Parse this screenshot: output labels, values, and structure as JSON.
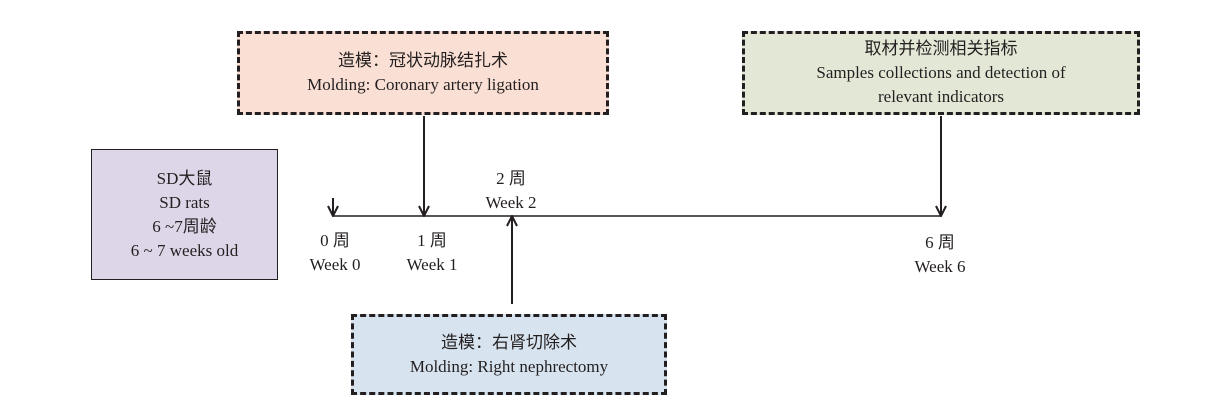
{
  "subjects": {
    "line1": "SD大鼠",
    "line2": "SD rats",
    "line3": "6 ~7周龄",
    "line4": "6 ~ 7 weeks old"
  },
  "ligation": {
    "zh": "造模：冠状动脉结扎术",
    "en": "Molding: Coronary artery ligation"
  },
  "samples": {
    "zh": "取材并检测相关指标",
    "en_line1": "Samples collections and detection of",
    "en_line2": "relevant indicators"
  },
  "nephrectomy": {
    "zh": "造模：右肾切除术",
    "en": "Molding: Right nephrectomy"
  },
  "timeline": {
    "week0": {
      "zh": "0 周",
      "en": "Week 0"
    },
    "week1": {
      "zh": "1 周",
      "en": "Week 1"
    },
    "week2": {
      "zh": "2 周",
      "en": "Week 2"
    },
    "week6": {
      "zh": "6 周",
      "en": "Week 6"
    }
  }
}
